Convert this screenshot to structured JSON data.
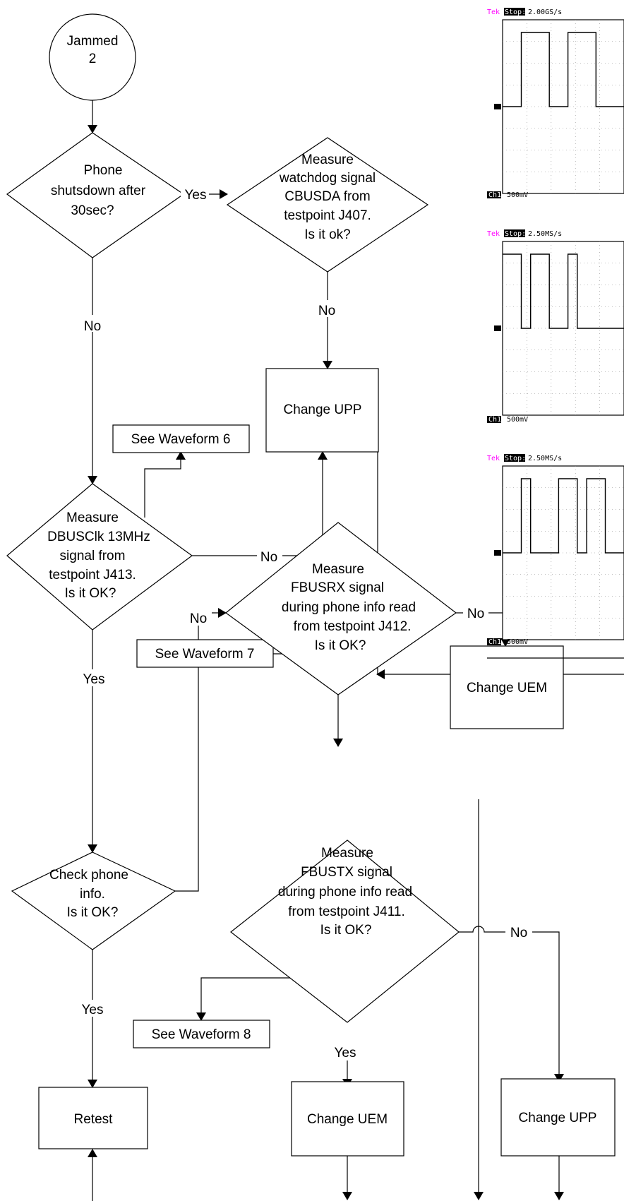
{
  "diagram": {
    "start": [
      "Jammed",
      "2"
    ],
    "d_shutdown": [
      "Phone",
      "shutsdown after",
      "30sec?"
    ],
    "d_watchdog": [
      "Measure",
      "watchdog signal",
      "CBUSDA from",
      "testpoint J407.",
      "Is it ok?"
    ],
    "d_dbusclk": [
      "Measure",
      "DBUSClk 13MHz",
      "signal from",
      "testpoint J413.",
      "Is it OK?"
    ],
    "d_fbusrx": [
      "Measure",
      "FBUSRX signal",
      "during phone info read",
      "from testpoint J412.",
      "Is it OK?"
    ],
    "d_check": [
      "Check phone",
      "info.",
      "Is it OK?"
    ],
    "d_fbustx": [
      "Measure",
      "FBUSTX signal",
      "during phone info read",
      "from testpoint J411.",
      "Is it OK?"
    ],
    "b_change_upp_1": "Change UPP",
    "b_change_uem_1": "Change UEM",
    "b_change_uem_2": "Change UEM",
    "b_change_upp_2": "Change UPP",
    "b_retest": "Retest",
    "wf6": "See Waveform 6",
    "wf7": "See Waveform 7",
    "wf8": "See Waveform 8",
    "edge_yes": "Yes",
    "edge_no": "No"
  },
  "scopes": [
    {
      "brand": "Tek",
      "state": "Stop:",
      "rate": "2.00GS/s",
      "channel": "Ch1",
      "scale": "500mV",
      "levels": [
        0,
        0,
        1,
        1,
        1,
        0,
        0,
        1,
        1,
        1,
        0,
        0,
        0
      ]
    },
    {
      "brand": "Tek",
      "state": "Stop:",
      "rate": "2.50MS/s",
      "channel": "Ch1",
      "scale": "500mV",
      "levels": [
        1,
        1,
        0,
        1,
        1,
        0,
        0,
        1,
        0,
        0,
        0,
        0,
        0
      ]
    },
    {
      "brand": "Tek",
      "state": "Stop:",
      "rate": "2.50MS/s",
      "channel": "Ch1",
      "scale": "500mV",
      "levels": [
        0,
        0,
        1,
        0,
        0,
        0,
        1,
        1,
        0,
        1,
        1,
        0,
        0
      ]
    }
  ],
  "colors": {
    "line": "#000000",
    "tek": "#ff00ff",
    "scope_bg": "#ffffff"
  }
}
